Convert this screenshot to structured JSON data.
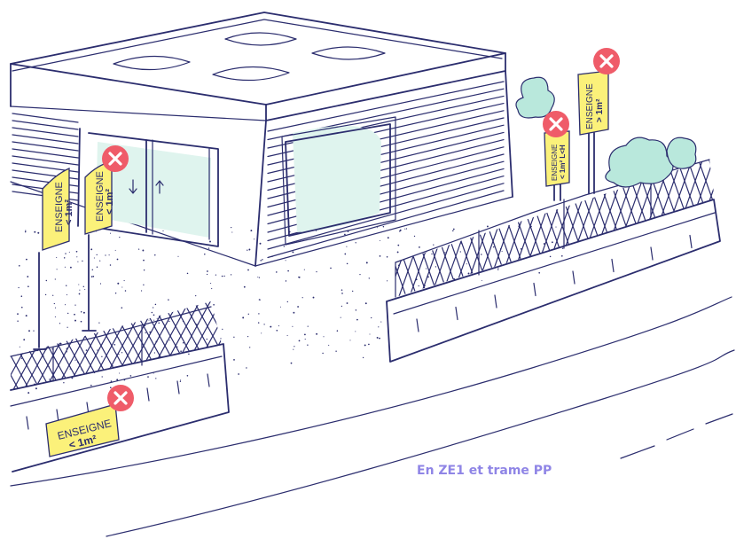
{
  "caption": "En ZE1 et trame PP",
  "colors": {
    "line": "#2b2d6e",
    "sign_fill": "#fbf17a",
    "forbidden_badge": "#ef5c69",
    "caption": "#8f85e6",
    "glass_tint": "#dff4ee"
  },
  "signs": [
    {
      "line1": "ENSEIGNE",
      "line2": "< 1m²",
      "status": "forbidden"
    },
    {
      "line1": "ENSEIGNE",
      "line2": "< 1m²",
      "status": "allowed"
    },
    {
      "line1": "ENSEIGNE",
      "line2": "< 1m²",
      "status": "forbidden"
    },
    {
      "line1": "ENSEIGNE",
      "line2": "< 1m² L<H",
      "status": "forbidden"
    },
    {
      "line1": "ENSEIGNE",
      "line2": "> 1m²",
      "status": "forbidden"
    }
  ],
  "icons": [
    "close-x-icon",
    "door-arrow-down-icon",
    "door-arrow-up-icon"
  ]
}
